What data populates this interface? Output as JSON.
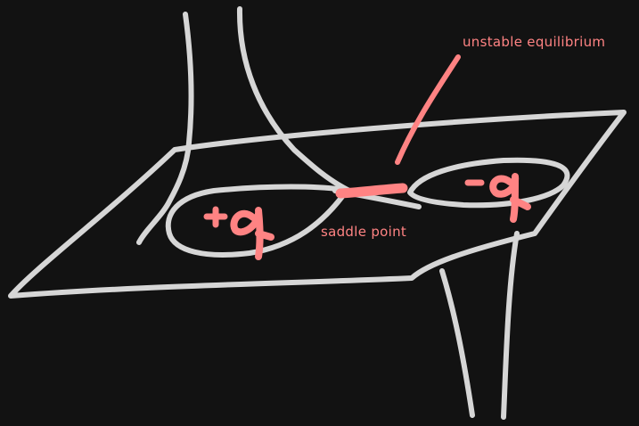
{
  "annotations": {
    "unstable": "unstable equilibrium",
    "saddle": "saddle point"
  },
  "charges": {
    "positive": "+q",
    "negative": "-q"
  },
  "colors": {
    "background": "#121212",
    "sketch": "#d6d6d6",
    "accent": "#ff8383"
  }
}
